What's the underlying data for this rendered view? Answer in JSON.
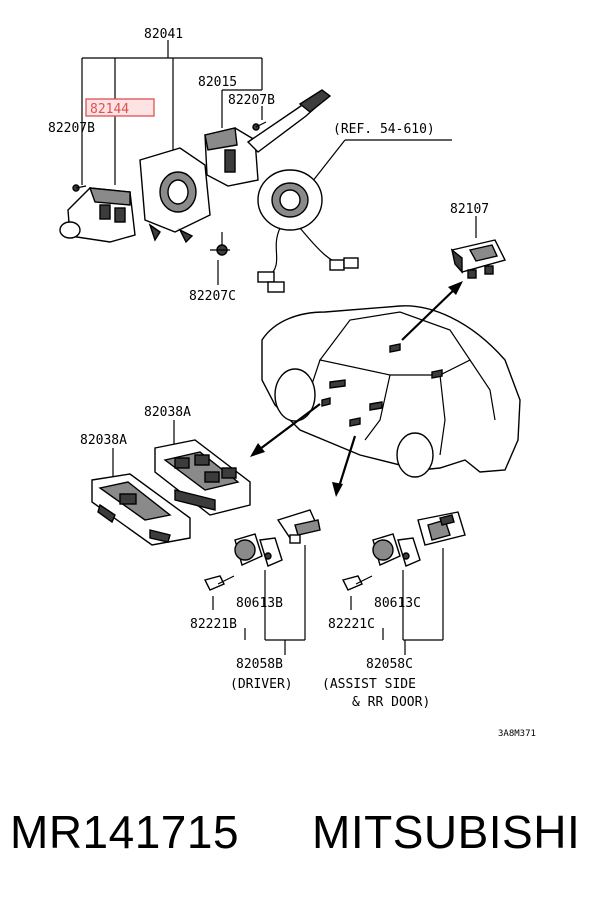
{
  "diagram": {
    "labels": {
      "l82041": "82041",
      "l82015": "82015",
      "l82207b_top": "82207B",
      "l82144": "82144",
      "l82207b_left": "82207B",
      "ref": "(REF. 54-610)",
      "l82107": "82107",
      "l82207c": "82207C",
      "l82038a_top": "82038A",
      "l82038a_left": "82038A",
      "l80613b": "80613B",
      "l82221b": "82221B",
      "l82058b": "82058B",
      "driver": "(DRIVER)",
      "l80613c": "80613C",
      "l82221c": "82221C",
      "l82058c": "82058C",
      "assist1": "(ASSIST SIDE",
      "assist2": "& RR DOOR)",
      "code": "3A8M371"
    },
    "highlight_color": "#e05050"
  },
  "footer": {
    "part_number": "MR141715",
    "brand": "MITSUBISHI"
  }
}
